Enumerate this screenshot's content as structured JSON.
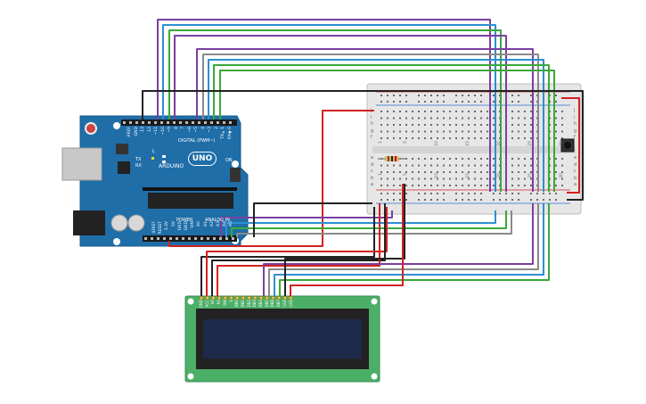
{
  "arduino": {
    "brand": "ARDUINO",
    "model": "UNO",
    "digital_header": "DIGITAL (PWM~)",
    "power_header": "POWER",
    "analog_header": "ANALOG IN",
    "indicators": {
      "tx": "TX",
      "rx": "RX",
      "l": "L",
      "on": "ON"
    },
    "top_pins": [
      "AREF",
      "GND",
      "13",
      "12",
      "~11",
      "~10",
      "~9",
      "8",
      "7",
      "~6",
      "~5",
      "4",
      "~3",
      "2",
      "TX▸1",
      "RX◀0"
    ],
    "bottom_pins": [
      "IOREF",
      "RESET",
      "3.3V",
      "5V",
      "GND",
      "GND",
      "VIN",
      "A0",
      "A1",
      "A2",
      "A3",
      "A4",
      "A5"
    ]
  },
  "breadboard": {
    "row_letters_top": [
      "j",
      "i",
      "h",
      "g",
      "f"
    ],
    "row_letters_bottom": [
      "e",
      "d",
      "c",
      "b",
      "a"
    ],
    "column_numbers": [
      "1",
      "5",
      "10",
      "15",
      "20",
      "25",
      "30"
    ]
  },
  "lcd": {
    "pins": [
      "GND",
      "VCC",
      "V0",
      "RS",
      "RW",
      "E",
      "DB0",
      "DB1",
      "DB2",
      "DB3",
      "DB4",
      "DB5",
      "DB6",
      "DB7",
      "LED",
      "LED"
    ]
  },
  "colors": {
    "board_blue": "#1f6ea8",
    "lcd_green": "#4caf68",
    "lcd_screen": "#1e2a4a",
    "wire_purple": "#7b3fa0",
    "wire_blue": "#2d8fd0",
    "wire_green": "#3aa83a",
    "wire_gray": "#8a8a8a",
    "wire_black": "#222222",
    "wire_red": "#d42020"
  }
}
